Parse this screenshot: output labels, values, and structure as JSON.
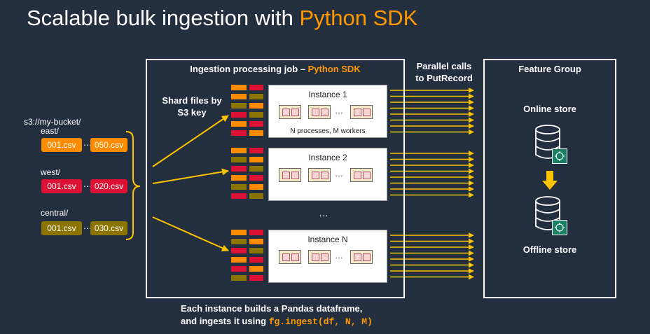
{
  "title": {
    "main": "Scalable bulk ingestion with ",
    "highlight": "Python SDK"
  },
  "source": {
    "bucket": "s3://my-bucket/",
    "folders": [
      {
        "name": "east/",
        "first": "001.csv",
        "last": "050.csv",
        "color": "#ff8c00"
      },
      {
        "name": "west/",
        "first": "001.csv",
        "last": "020.csv",
        "color": "#dd1133"
      },
      {
        "name": "central/",
        "first": "001.csv",
        "last": "030.csv",
        "color": "#8b7500"
      }
    ],
    "ellipsis": "⋯"
  },
  "job": {
    "title_prefix": "Ingestion processing job – ",
    "title_highlight": "Python SDK",
    "shard_label": [
      "Shard files by",
      "S3 key"
    ],
    "instances": [
      {
        "title": "Instance 1",
        "subtitle": "N processes, M workers"
      },
      {
        "title": "Instance 2",
        "subtitle": ""
      },
      {
        "title": "Instance N",
        "subtitle": ""
      }
    ],
    "middle_ellipsis": "…",
    "proc_ellipsis": "…"
  },
  "parallel_label": [
    "Parallel calls",
    "to PutRecord"
  ],
  "feature_group": {
    "title": "Feature Group",
    "online": "Online store",
    "offline": "Offline store"
  },
  "bottom": {
    "line1": "Each instance builds a Pandas dataframe,",
    "line2_prefix": "and ingests it using ",
    "code": "fg.ingest(df, N, M)"
  },
  "colors": {
    "background": "#232f3e",
    "accent": "#ff9900",
    "arrow": "#ffc400",
    "orange": "#ff8c00",
    "red": "#dd1133",
    "olive": "#8b7500",
    "store_badge": "#1a7f64"
  },
  "icons": [
    "database-icon",
    "feature-store-icon",
    "arrow-down-icon"
  ]
}
